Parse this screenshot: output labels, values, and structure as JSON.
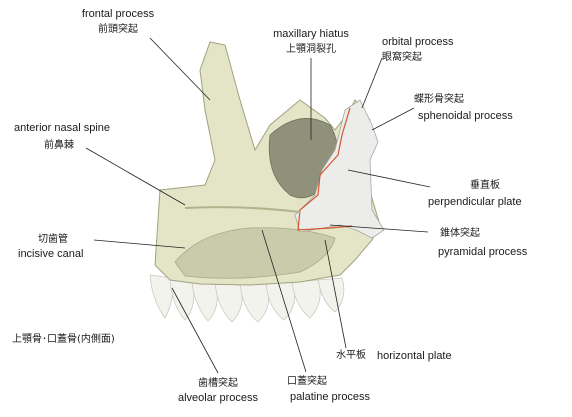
{
  "labels": {
    "frontal_en": "frontal process",
    "frontal_jp": "前頭突起",
    "hiatus_en": "maxillary hiatus",
    "hiatus_jp": "上顎洞裂孔",
    "orbital_en": "orbital process",
    "orbital_jp": "眼窩突起",
    "sphen_jp": "蝶形骨突起",
    "sphen_en": "sphenoidal process",
    "nasal_en": "anterior nasal spine",
    "nasal_jp": "前鼻棘",
    "perp_jp": "垂直板",
    "perp_en": "perpendicular plate",
    "incisive_jp": "切歯管",
    "incisive_en": "incisive canal",
    "pyr_jp": "錐体突起",
    "pyr_en": "pyramidal process",
    "caption_jp": "上顎骨･口蓋骨(内側面)",
    "horiz_jp": "水平板",
    "horiz_en": "horizontal plate",
    "alv_jp": "歯槽突起",
    "alv_en": "alveolar process",
    "pal_jp": "口蓋突起",
    "pal_en": "palatine process"
  },
  "colors": {
    "bone": "#e4e6c8",
    "bone_shadow": "#b9bd96",
    "palatine_bone": "#eceae6",
    "teeth": "#f4f4f0",
    "suture": "#d2562e",
    "leader": "#222222"
  }
}
